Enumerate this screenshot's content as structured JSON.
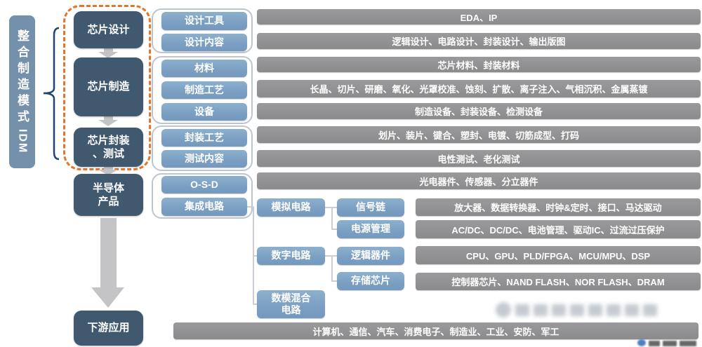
{
  "idm_box": {
    "vertical_text": "整合制造模式",
    "acronym": "IDM"
  },
  "stages": {
    "design": "芯片设计",
    "manufacture": "芯片制造",
    "package_test_line1": "芯片封装",
    "package_test_line2": "、测试",
    "products_line1": "半导体",
    "products_line2": "产品",
    "downstream": "下游应用"
  },
  "categories": {
    "design_tools": "设计工具",
    "design_content": "设计内容",
    "materials": "材料",
    "manufacture_process": "制造工艺",
    "equipment": "设备",
    "packaging_process": "封装工艺",
    "testing_content": "测试内容",
    "osd": "O-S-D",
    "integrated_circuit": "集成电路"
  },
  "ic_types": {
    "analog": "模拟电路",
    "digital": "数字电路",
    "mixed_line1": "数模混合",
    "mixed_line2": "电路"
  },
  "ic_subtypes": {
    "signal_chain": "信号链",
    "power_management": "电源管理",
    "logic_devices": "逻辑器件",
    "memory_chips": "存储芯片"
  },
  "detail_bars": {
    "eda_ip": "EDA、IP",
    "design_content_detail": "逻辑设计、电路设计、封装设计、输出版图",
    "materials_detail": "芯片材料、封装材料",
    "process_detail": "长晶、切片、研磨、氧化、光罩校准、蚀刻、扩散、离子注入、气相沉积、金属蒸镀",
    "equipment_detail": "制造设备、封装设备、检测设备",
    "packaging_detail": "划片、装片、键合、塑封、电镀、切筋成型、打码",
    "testing_detail": "电性测试、老化测试",
    "osd_detail": "光电器件、传感器、分立器件",
    "signal_chain_detail": "放大器、数据转换器、时钟&定时、接口、马达驱动",
    "power_detail": "AC/DC、DC/DC、电池管理、驱动IC、过流过压保护",
    "logic_detail": "CPU、GPU、PLD/FPGA、MCU/MPU、DSP",
    "memory_detail": "控制器芯片、NAND FLASH、NOR FLASH、DRAM",
    "downstream_detail": "计算机、通信、汽车、消费电子、制造业、工业、安防、军工"
  },
  "colors": {
    "stage_box": "#40596f",
    "idm_box": "#7590aa",
    "category_box": "#7fa3c4",
    "detail_bar": "#8e8e90",
    "dashed_border": "#e2762e",
    "bracket": "#24456b",
    "arrow": "#c4c4c6",
    "connector": "#c9ced6"
  }
}
